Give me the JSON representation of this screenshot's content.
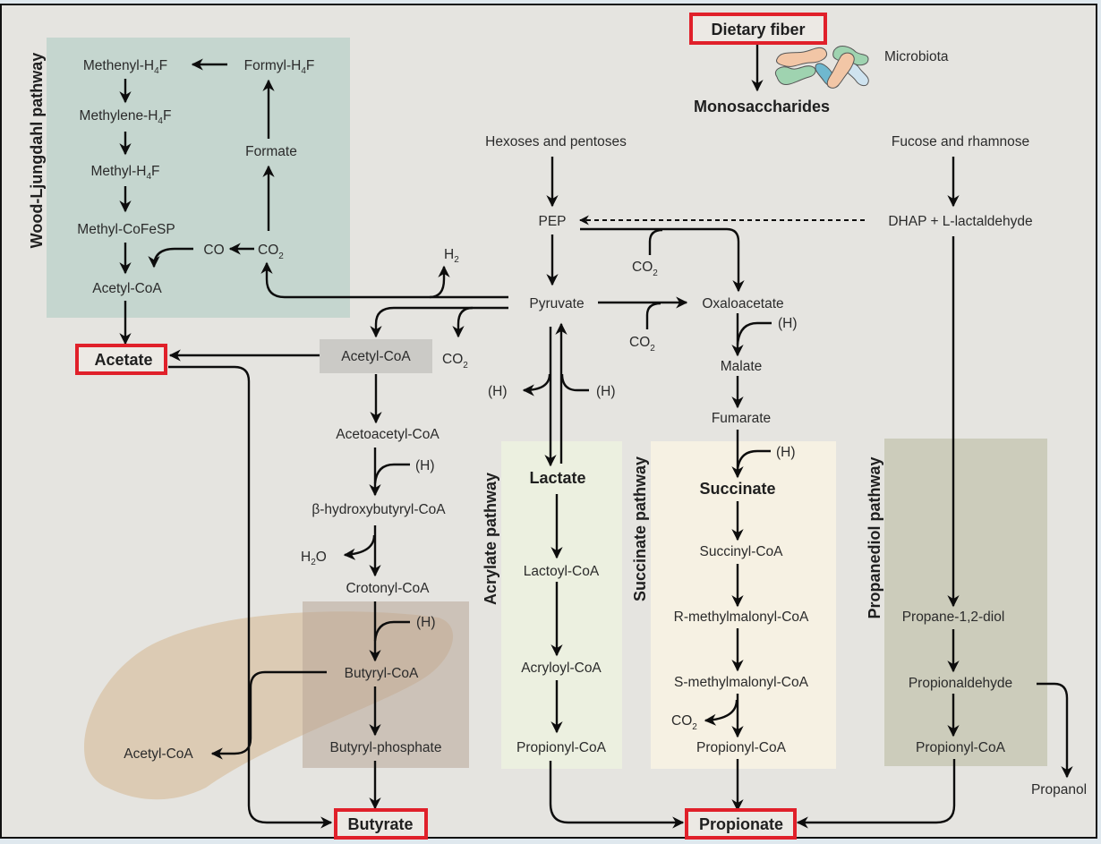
{
  "colors": {
    "background": "#e5e4e0",
    "wood_ljungdahl_box": "#c5d6cf",
    "acrylate_box": "#ecf0e0",
    "succinate_box": "#f6f1e3",
    "propanediol_box": "#ccccbb",
    "butyrate_box": "#cbbdb3",
    "acetylcoa_box": "#cbcac6",
    "butyrate_blob": "#dccbb4",
    "highlight": "#e0202a"
  },
  "top": {
    "dietary_fiber": "Dietary fiber",
    "microbiota": "Microbiota",
    "monosaccharides": "Monosaccharides",
    "hexoses": "Hexoses and pentoses",
    "fucose": "Fucose and rhamnose",
    "pep": "PEP",
    "dhap": "DHAP + L-lactaldehyde",
    "pyruvate": "Pyruvate",
    "oxaloacetate": "Oxaloacetate",
    "co2_a": "CO",
    "co2_b": "CO",
    "co2_c": "CO",
    "h2": "H",
    "sub2": "2"
  },
  "wood_ljungdahl": {
    "label": "Wood-Ljungdahl pathway",
    "methenyl": "Methenyl-H",
    "methylene": "Methylene-H",
    "methyl_h4f": "Methyl-H",
    "methyl_cofesp": "Methyl-CoFeSP",
    "acetyl_coa": "Acetyl-CoA",
    "formyl": "Formyl-H",
    "formate": "Formate",
    "co": "CO",
    "co2": "CO",
    "sub4": "4",
    "suffix_f": "F",
    "sub2": "2"
  },
  "butyrate_branch": {
    "acetate": "Acetate",
    "acetyl_coa": "Acetyl-CoA",
    "acetoacetyl_coa": "Acetoacetyl-CoA",
    "hydroxybutyryl_coa": "β-hydroxybutyryl-CoA",
    "h2o_h": "H",
    "h2o_o": "O",
    "crotonyl_coa": "Crotonyl-CoA",
    "butyryl_coa": "Butyryl-CoA",
    "butyryl_phosphate": "Butyryl-phosphate",
    "acetyl_coa_out": "Acetyl-CoA",
    "butyrate": "Butyrate",
    "h_label": "(H)"
  },
  "acrylate": {
    "label": "Acrylate pathway",
    "lactate": "Lactate",
    "lactoyl_coa": "Lactoyl-CoA",
    "acryloyl_coa": "Acryloyl-CoA",
    "propionyl_coa": "Propionyl-CoA",
    "h_left": "(H)",
    "h_right": "(H)"
  },
  "succinate": {
    "label": "Succinate pathway",
    "malate": "Malate",
    "fumarate": "Fumarate",
    "succinate": "Succinate",
    "succinyl_coa": "Succinyl-CoA",
    "r_methylmalonyl": "R-methylmalonyl-CoA",
    "s_methylmalonyl": "S-methylmalonyl-CoA",
    "co2": "CO",
    "propionyl_coa": "Propionyl-CoA",
    "h_label": "(H)"
  },
  "propanediol": {
    "label": "Propanediol pathway",
    "propanediol": "Propane-1,2-diol",
    "propionaldehyde": "Propionaldehyde",
    "propionyl_coa": "Propionyl-CoA",
    "propanol": "Propanol"
  },
  "products": {
    "propionate": "Propionate"
  }
}
